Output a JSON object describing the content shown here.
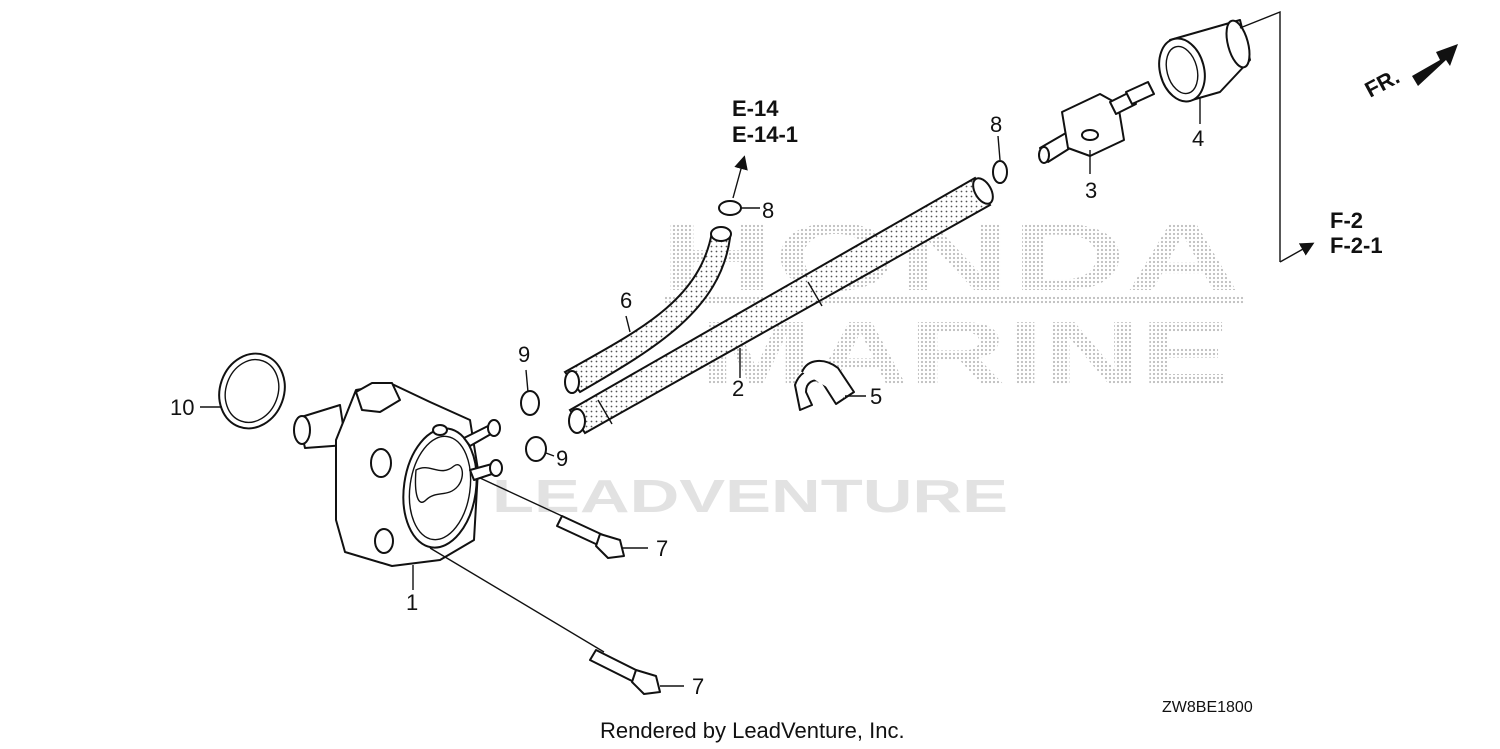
{
  "watermark": {
    "line1": "HONDA",
    "line2": "MARINE",
    "line3": "LEADVENTURE"
  },
  "callouts": {
    "p1": "1",
    "p2": "2",
    "p3": "3",
    "p4": "4",
    "p5": "5",
    "p6": "6",
    "p7a": "7",
    "p7b": "7",
    "p8a": "8",
    "p8b": "8",
    "p9a": "9",
    "p9b": "9",
    "p10": "10"
  },
  "references": {
    "e14": "E-14",
    "e14_1": "E-14-1",
    "f2": "F-2",
    "f2_1": "F-2-1"
  },
  "direction_label": "FR.",
  "diagram_code": "ZW8BE1800",
  "footer": "Rendered by LeadVenture, Inc.",
  "colors": {
    "line": "#111111",
    "watermark": "#d9d9d9"
  }
}
